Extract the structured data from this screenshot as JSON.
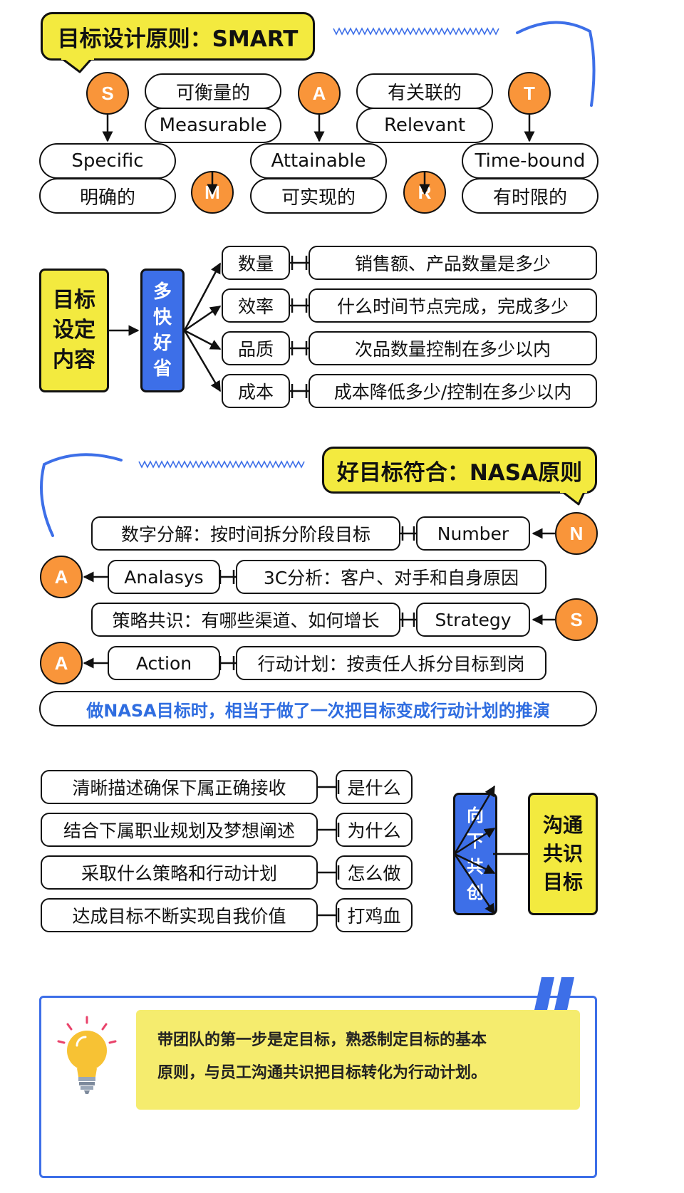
{
  "colors": {
    "accent_yellow": "#f3ea3f",
    "accent_blue": "#3d6fe8",
    "accent_orange": "#f9953a",
    "callout_bg": "#f5ec6e",
    "text_blue": "#2f6de0"
  },
  "smart": {
    "title": "目标设计原则：SMART",
    "letters": [
      "S",
      "A",
      "T",
      "M",
      "R"
    ],
    "measurable_cn": "可衡量的",
    "measurable_en": "Measurable",
    "relevant_cn": "有关联的",
    "relevant_en": "Relevant",
    "specific_en": "Specific",
    "specific_cn": "明确的",
    "attainable_en": "Attainable",
    "attainable_cn": "可实现的",
    "timebound_en": "Time-bound",
    "timebound_cn": "有时限的"
  },
  "goal_content": {
    "main_label": "目标设定内容",
    "category_label": "多快好省",
    "rows": [
      {
        "name": "数量",
        "desc": "销售额、产品数量是多少"
      },
      {
        "name": "效率",
        "desc": "什么时间节点完成，完成多少"
      },
      {
        "name": "品质",
        "desc": "次品数量控制在多少以内"
      },
      {
        "name": "成本",
        "desc": "成本降低多少/控制在多少以内"
      }
    ]
  },
  "nasa": {
    "title": "好目标符合：NASA原则",
    "rows": [
      {
        "letter": "N",
        "term": "Number",
        "desc": "数字分解：按时间拆分阶段目标"
      },
      {
        "letter": "A",
        "term": "Analasys",
        "desc": "3C分析：客户、对手和自身原因"
      },
      {
        "letter": "S",
        "term": "Strategy",
        "desc": "策略共识：有哪些渠道、如何增长"
      },
      {
        "letter": "A",
        "term": "Action",
        "desc": "行动计划：按责任人拆分目标到岗"
      }
    ],
    "summary": "做NASA目标时，相当于做了一次把目标变成行动计划的推演"
  },
  "communicate": {
    "rows": [
      {
        "desc": "清晰描述确保下属正确接收",
        "tag": "是什么"
      },
      {
        "desc": "结合下属职业规划及梦想阐述",
        "tag": "为什么"
      },
      {
        "desc": "采取什么策略和行动计划",
        "tag": "怎么做"
      },
      {
        "desc": "达成目标不断实现自我价值",
        "tag": "打鸡血"
      }
    ],
    "blue_label": "向下共创",
    "yellow_label": "沟通共识目标"
  },
  "callout": {
    "line1": "带团队的第一步是定目标，熟悉制定目标的基本",
    "line2": "原则，与员工沟通共识把目标转化为行动计划。",
    "icon": "lightbulb-icon"
  }
}
